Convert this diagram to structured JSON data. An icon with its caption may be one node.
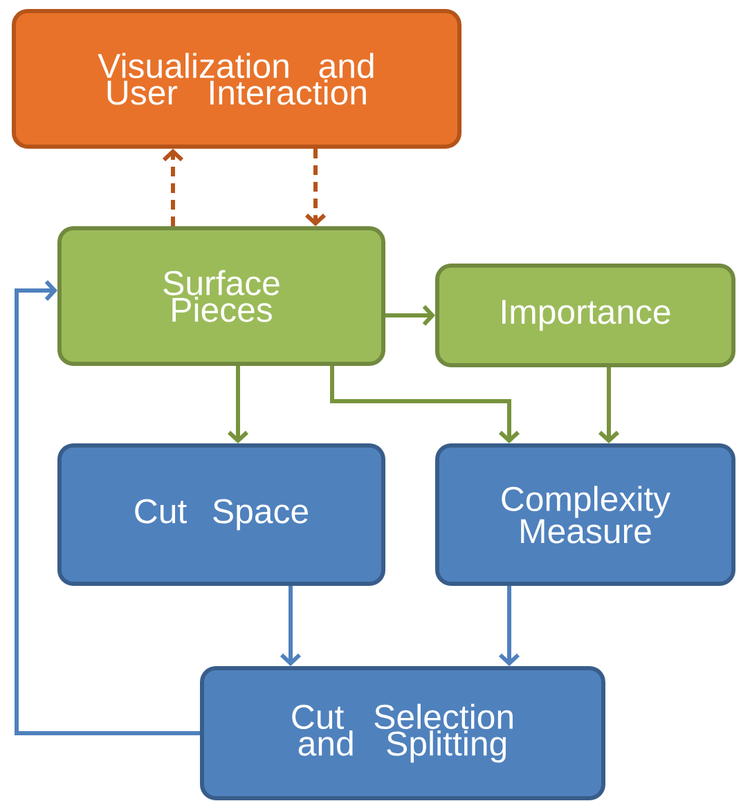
{
  "diagram": {
    "nodes": [
      {
        "text": [
          "Visualization and User Interaction"
        ]
      },
      {
        "text": [
          "Surface Pieces"
        ]
      },
      {
        "text": [
          "Importance"
        ]
      },
      {
        "text": [
          "Cut Space"
        ]
      },
      {
        "text": [
          "Complexity Measure"
        ]
      },
      {
        "text": [
          "Cut Selection and Splitting"
        ]
      }
    ],
    "edges": [
      {
        "from": 1,
        "to": 0,
        "arrow": "to",
        "style": "dashed",
        "color": "#b5541a"
      },
      {
        "from": 0,
        "to": 1,
        "arrow": "to",
        "style": "dashed",
        "color": "#b5541a"
      },
      {
        "from": 1,
        "to": 2,
        "arrow": "to"
      },
      {
        "from": 1,
        "to": 3,
        "arrow": "to"
      },
      {
        "from": 1,
        "to": 4,
        "arrow": "to"
      },
      {
        "from": 2,
        "to": 4,
        "arrow": "to"
      },
      {
        "from": 3,
        "to": 5,
        "arrow": "to",
        "color": "#4f81bd"
      },
      {
        "from": 4,
        "to": 5,
        "arrow": "to",
        "color": "#4f81bd"
      },
      {
        "from": 5,
        "to": 1,
        "arrow": "to",
        "color": "#4f81bd"
      }
    ]
  }
}
